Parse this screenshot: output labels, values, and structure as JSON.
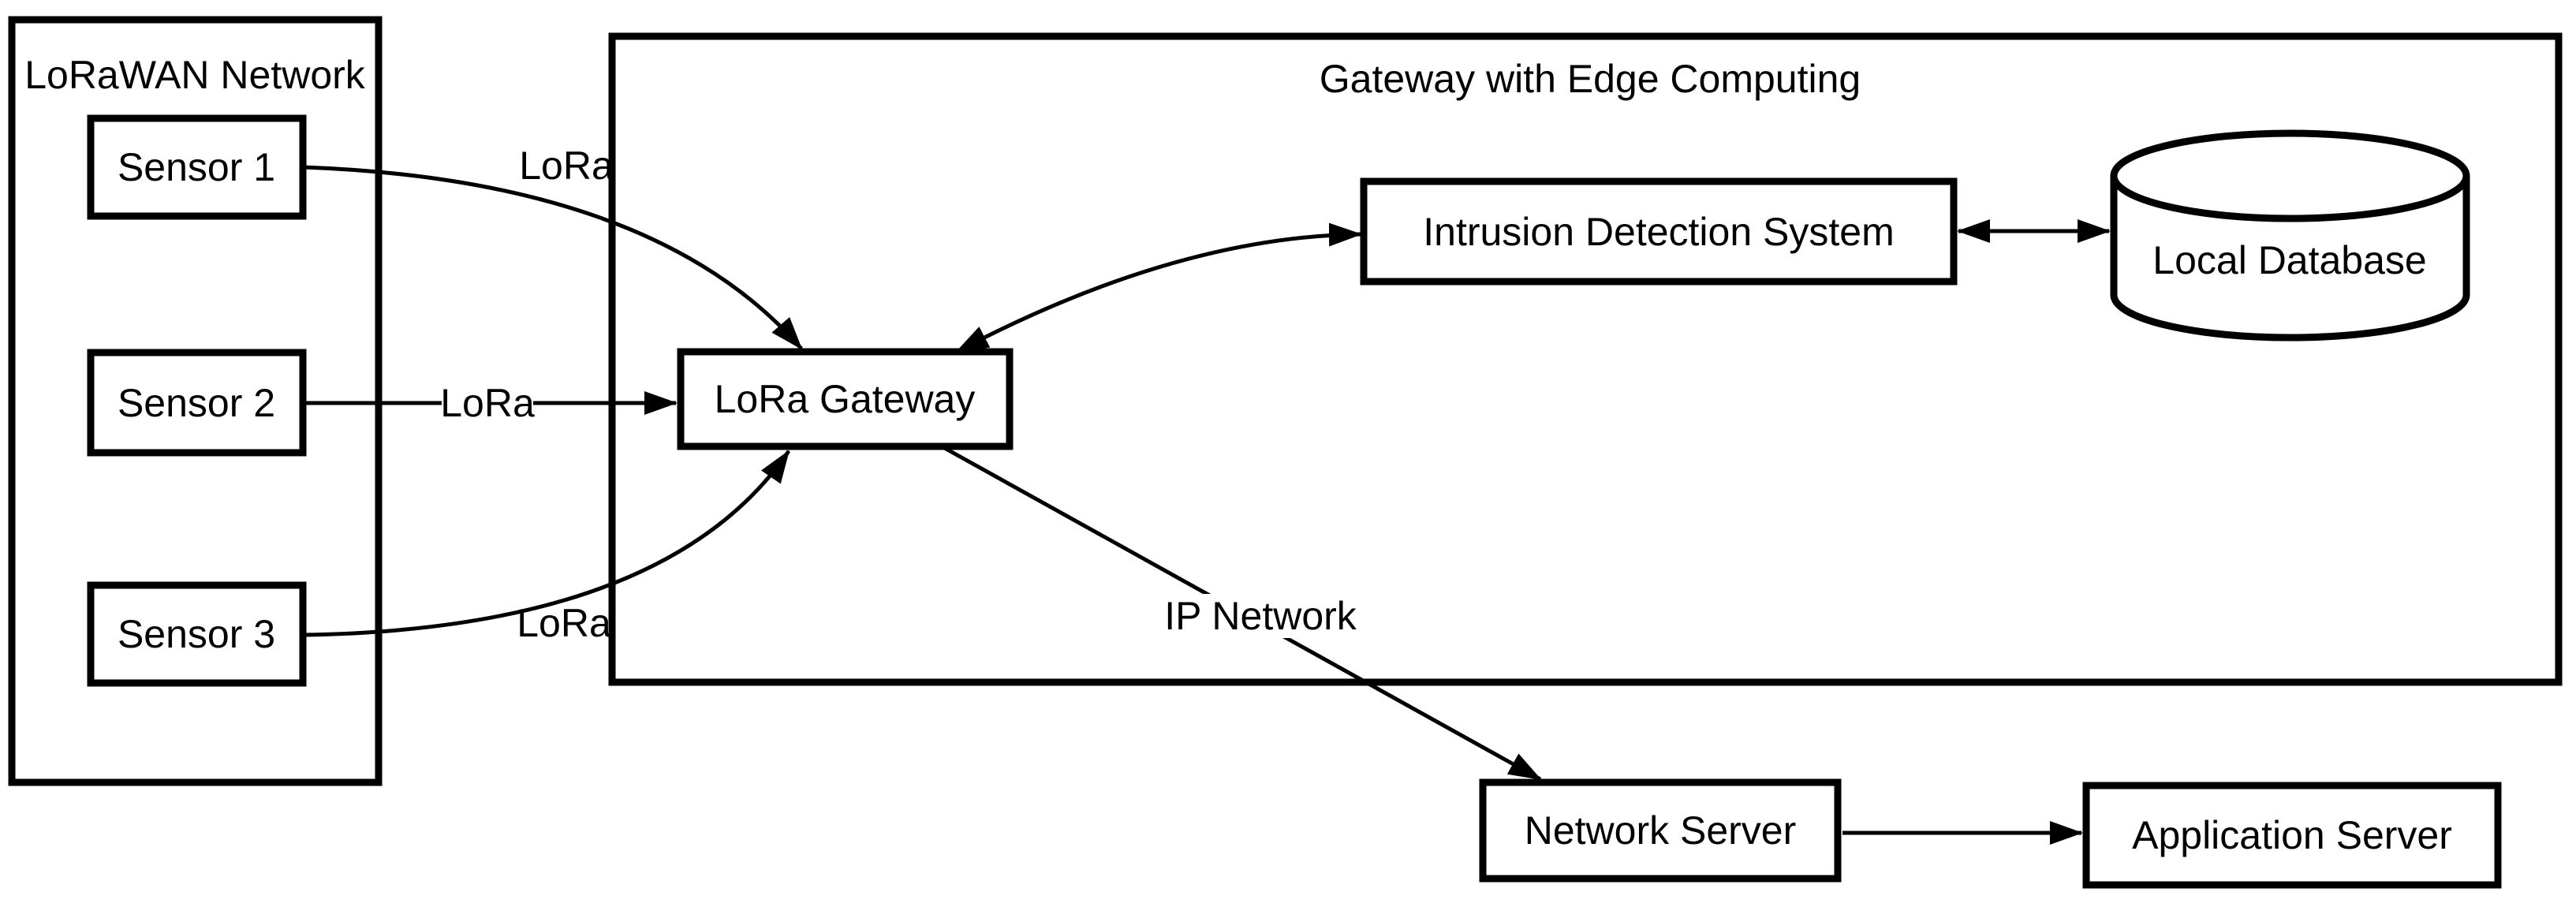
{
  "diagram": {
    "colors": {
      "stroke": "#000000",
      "background": "#ffffff"
    },
    "containers": {
      "lorawan": {
        "title": "LoRaWAN Network"
      },
      "edge_gateway": {
        "title": "Gateway with Edge Computing"
      }
    },
    "nodes": {
      "sensor1": {
        "label": "Sensor 1"
      },
      "sensor2": {
        "label": "Sensor 2"
      },
      "sensor3": {
        "label": "Sensor 3"
      },
      "lora_gateway": {
        "label": "LoRa Gateway"
      },
      "ids": {
        "label": "Intrusion Detection System"
      },
      "local_database": {
        "label": "Local Database"
      },
      "network_server": {
        "label": "Network Server"
      },
      "application_server": {
        "label": "Application Server"
      }
    },
    "edge_labels": {
      "sensor1": "LoRa",
      "sensor2": "LoRa",
      "sensor3": "LoRa",
      "gateway_to_server": "IP Network"
    }
  }
}
